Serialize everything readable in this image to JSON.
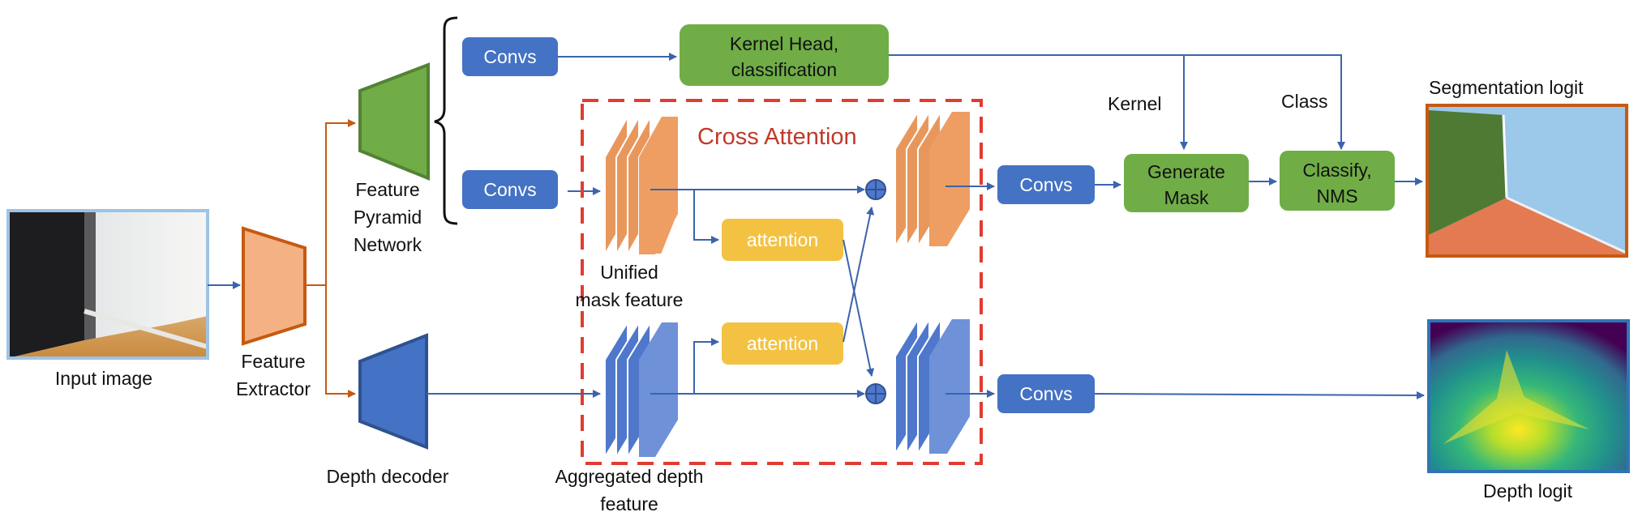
{
  "colors": {
    "blue_box": "#4472c4",
    "green_box": "#70ad47",
    "yellow_box": "#f4c242",
    "orange": "#e8975c",
    "blue_stack": "#4f78cc",
    "arrow_blue": "#3b64ad",
    "arrow_orange": "#c55a11",
    "dash_red": "#e03c31"
  },
  "labels": {
    "input_image": "Input image",
    "feature_extractor_1": "Feature",
    "feature_extractor_2": "Extractor",
    "fpn_1": "Feature",
    "fpn_2": "Pyramid",
    "fpn_3": "Network",
    "depth_decoder": "Depth decoder",
    "unified_1": "Unified",
    "unified_2": "mask feature",
    "aggregated_1": "Aggregated depth",
    "aggregated_2": "feature",
    "cross_attention": "Cross Attention",
    "kernel": "Kernel",
    "class": "Class",
    "segmentation_logit": "Segmentation logit",
    "depth_logit": "Depth logit"
  },
  "boxes": {
    "convs_top": "Convs",
    "convs_mid": "Convs",
    "convs_right_top": "Convs",
    "convs_right_bottom": "Convs",
    "kernel_head_1": "Kernel Head,",
    "kernel_head_2": "classification",
    "attention_top": "attention",
    "attention_bottom": "attention",
    "generate_mask_1": "Generate",
    "generate_mask_2": "Mask",
    "classify_1": "Classify,",
    "classify_2": "NMS"
  }
}
